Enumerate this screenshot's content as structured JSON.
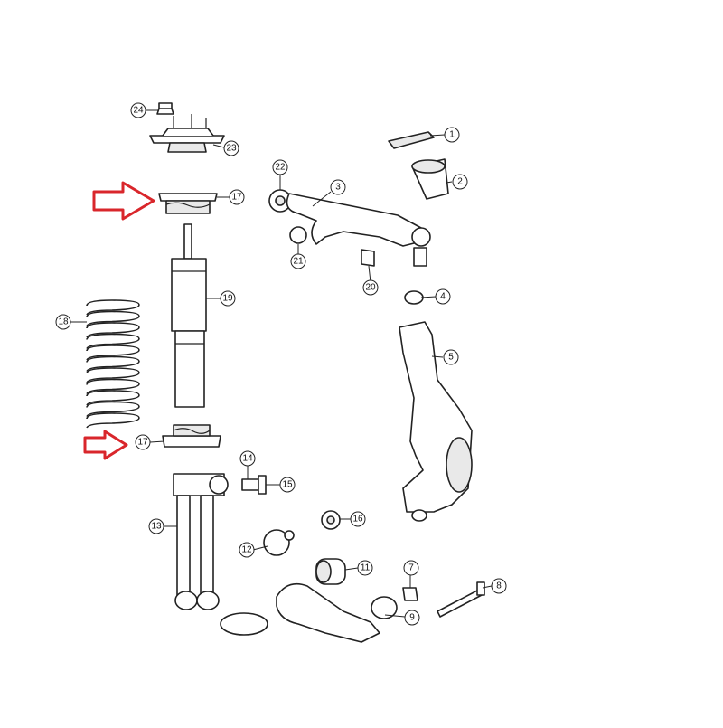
{
  "diagram": {
    "callouts": [
      {
        "id": "c1",
        "label": "1"
      },
      {
        "id": "c2",
        "label": "2"
      },
      {
        "id": "c3",
        "label": "3"
      },
      {
        "id": "c4",
        "label": "4"
      },
      {
        "id": "c5",
        "label": "5"
      },
      {
        "id": "c7",
        "label": "7"
      },
      {
        "id": "c8",
        "label": "8"
      },
      {
        "id": "c9",
        "label": "9"
      },
      {
        "id": "c11",
        "label": "11"
      },
      {
        "id": "c12",
        "label": "12"
      },
      {
        "id": "c13",
        "label": "13"
      },
      {
        "id": "c14",
        "label": "14"
      },
      {
        "id": "c15",
        "label": "15"
      },
      {
        "id": "c16",
        "label": "16"
      },
      {
        "id": "c17a",
        "label": "17"
      },
      {
        "id": "c17b",
        "label": "17"
      },
      {
        "id": "c18",
        "label": "18"
      },
      {
        "id": "c19",
        "label": "19"
      },
      {
        "id": "c20",
        "label": "20"
      },
      {
        "id": "c21",
        "label": "21"
      },
      {
        "id": "c22",
        "label": "22"
      },
      {
        "id": "c23",
        "label": "23"
      },
      {
        "id": "c24",
        "label": "24"
      }
    ],
    "highlight_color": "#d9262b",
    "line_color": "#222222"
  }
}
